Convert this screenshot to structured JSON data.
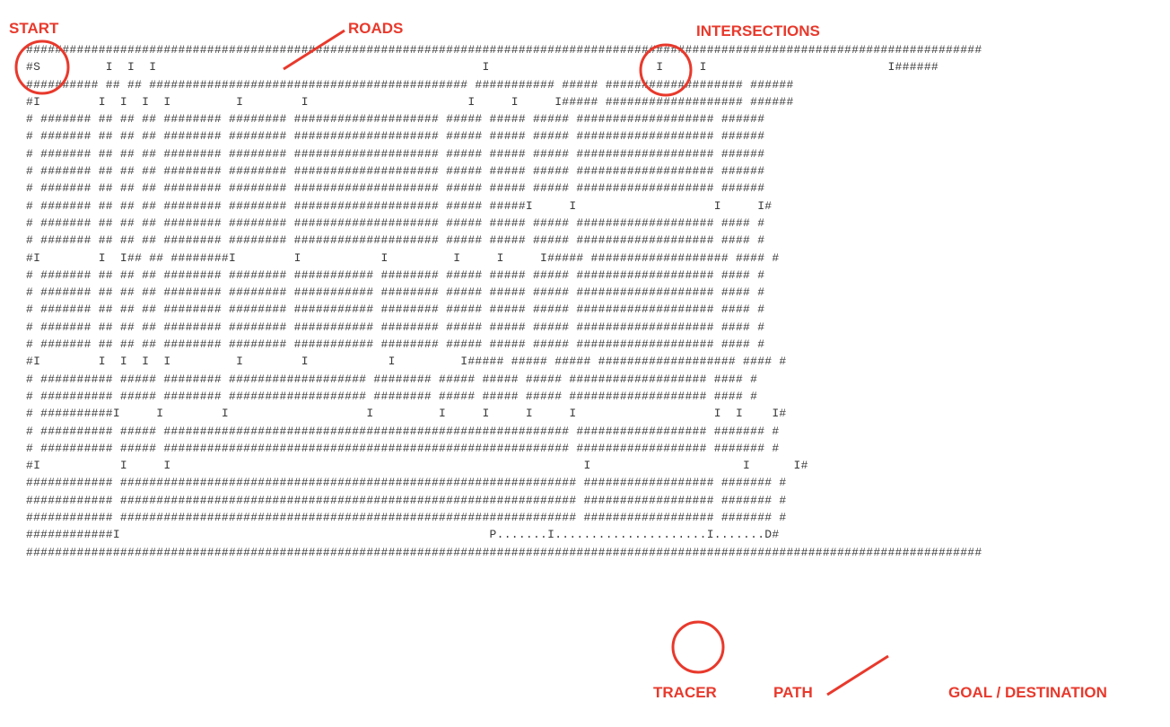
{
  "maze_rows": [
    "####################################################################################################################################",
    "#S         I  I  I                                             I                       I     I                         I######",
    "########## ## ## ############################################ ########### ##### ################### ######",
    "#I        I  I  I  I         I        I                      I     I     I##### ################### ######",
    "# ####### ## ## ## ######## ######## #################### ##### ##### ##### ################### ######",
    "# ####### ## ## ## ######## ######## #################### ##### ##### ##### ################### ######",
    "# ####### ## ## ## ######## ######## #################### ##### ##### ##### ################### ######",
    "# ####### ## ## ## ######## ######## #################### ##### ##### ##### ################### ######",
    "# ####### ## ## ## ######## ######## #################### ##### ##### ##### ################### ######",
    "# ####### ## ## ## ######## ######## #################### ##### #####I     I                   I     I#",
    "# ####### ## ## ## ######## ######## #################### ##### ##### ##### ################### #### #",
    "# ####### ## ## ## ######## ######## #################### ##### ##### ##### ################### #### #",
    "#I        I  I## ## ########I        I           I         I     I     I##### ################### #### #",
    "# ####### ## ## ## ######## ######## ########### ######## ##### ##### ##### ################### #### #",
    "# ####### ## ## ## ######## ######## ########### ######## ##### ##### ##### ################### #### #",
    "# ####### ## ## ## ######## ######## ########### ######## ##### ##### ##### ################### #### #",
    "# ####### ## ## ## ######## ######## ########### ######## ##### ##### ##### ################### #### #",
    "# ####### ## ## ## ######## ######## ########### ######## ##### ##### ##### ################### #### #",
    "#I        I  I  I  I         I        I           I         I##### ##### ##### ################### #### #",
    "# ########## ##### ######## ################### ######## ##### ##### ##### ################### #### #",
    "# ########## ##### ######## ################### ######## ##### ##### ##### ################### #### #",
    "# ##########I     I        I                   I         I     I     I     I                   I  I    I#",
    "# ########## ##### ######################################################## ################## ####### #",
    "# ########## ##### ######################################################## ################## ####### #",
    "#I           I     I                                                         I                     I      I#",
    "############ ############################################################### ################## ####### #",
    "############ ############################################################### ################## ####### #",
    "############ ############################################################### ################## ####### #",
    "############I                                                   P.......I.....................I.......D#",
    "####################################################################################################################################"
  ],
  "labels": {
    "start": "START",
    "roads": "ROADS",
    "intersections": "INTERSECTIONS",
    "tracer": "TRACER",
    "path": "PATH",
    "goal": "GOAL / DESTINATION"
  },
  "colors": {
    "annotation": "#e8392c",
    "maze_text": "#3a3a3a"
  }
}
